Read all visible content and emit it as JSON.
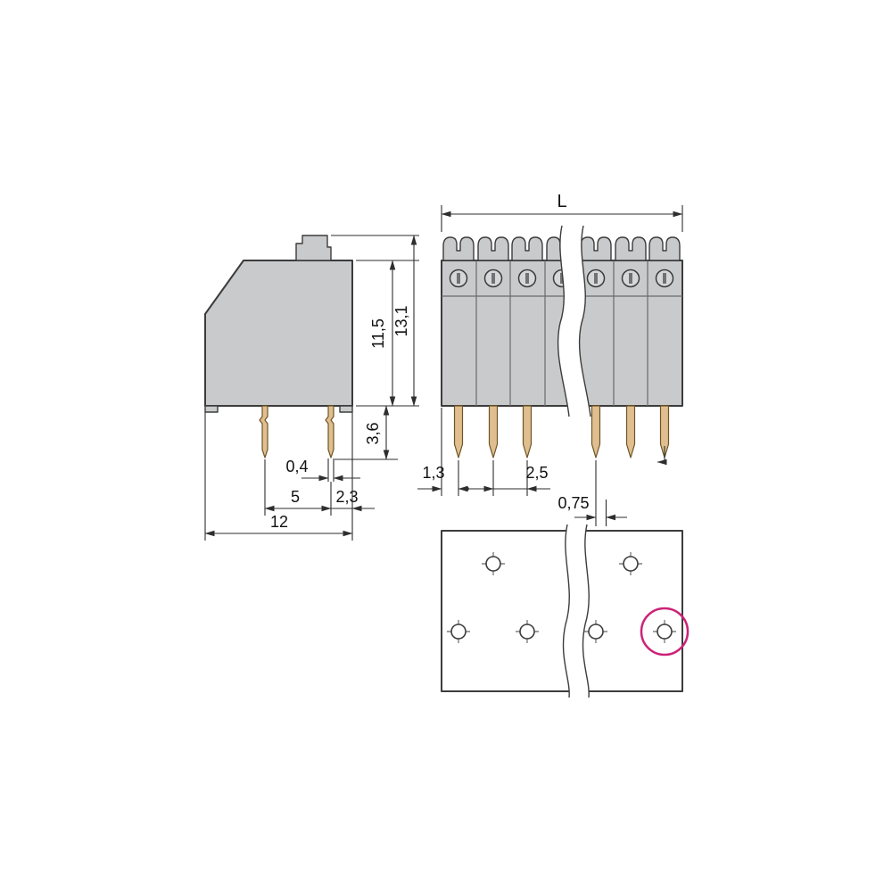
{
  "colors": {
    "background": "#ffffff",
    "body_fill": "#c9cacc",
    "detail_fill": "#d6d7d9",
    "slot_fill": "#707275",
    "pin_fill": "#e0be8f",
    "outline": "#3c3c3c",
    "dim_line": "#2e2e2e",
    "highlight": "#cc2277"
  },
  "side_view": {
    "dims": {
      "body_height": "11,5",
      "total_height": "13,1",
      "pin_length": "3,6",
      "pin_width": "0,4",
      "pin_pitch": "5",
      "pin_to_edge": "2,3",
      "depth": "12"
    }
  },
  "front_view": {
    "dims": {
      "total_length": "L",
      "edge_to_pin": "1,3",
      "pole_pitch": "2,5",
      "pin_offset": "0,75"
    }
  }
}
